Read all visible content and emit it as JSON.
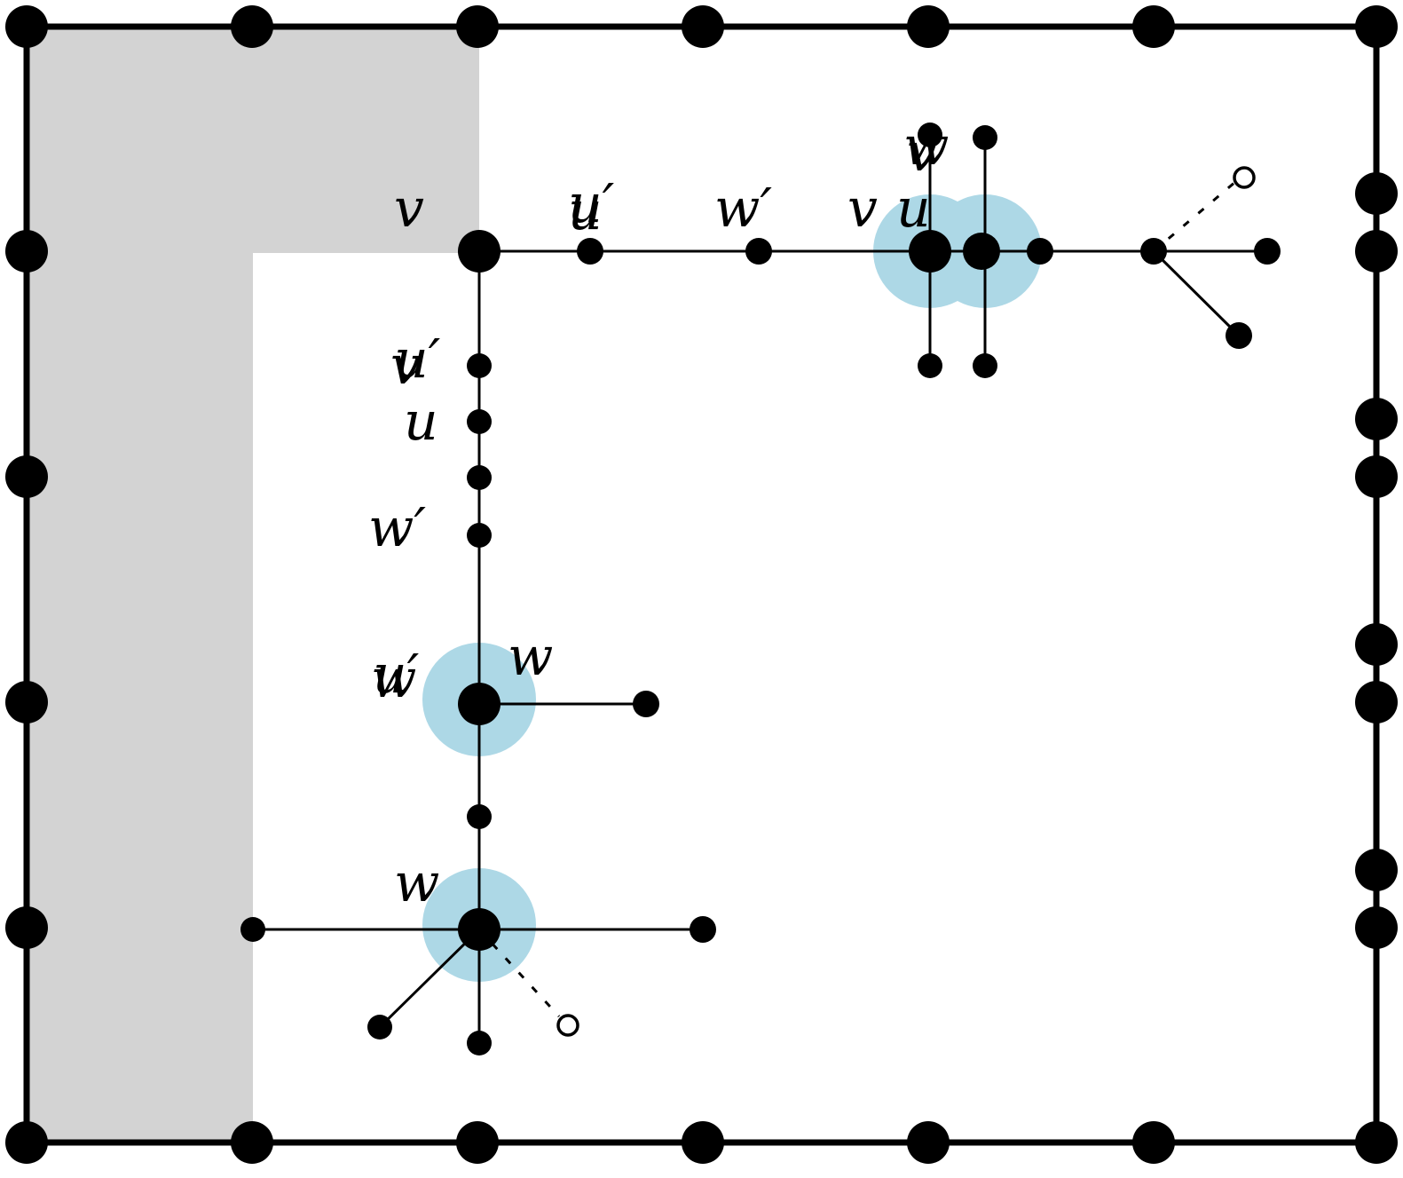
{
  "colors": {
    "shade": "#d3d3d3",
    "halo": "#add8e6",
    "ink": "#000000",
    "background": "#ffffff"
  },
  "labels": {
    "v": "v",
    "u_prime_top": "u′",
    "u_top": "u",
    "w_prime_top": "w′",
    "v_top_right": "v",
    "u_top_right": "u",
    "w_top_right": "w",
    "v_top_right_2": "v",
    "u_prime_left": "u′",
    "v_left": "v",
    "u_left": "u",
    "w_prime_left": "w′",
    "u_prime_mid": "u′",
    "w_mid_left": "w",
    "w_mid_right": "w",
    "w_bottom": "w"
  }
}
